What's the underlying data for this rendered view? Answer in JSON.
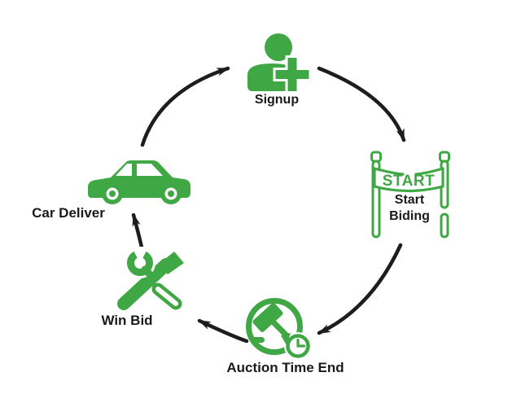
{
  "colors": {
    "green": "#3FA744",
    "arrow": "#1D1D1B",
    "text": "#1A1A1A",
    "background": "#FFFFFF"
  },
  "diagram": {
    "type": "cycle-flowchart",
    "nodes": [
      {
        "id": "signup",
        "label": "Signup",
        "icon": "user-plus-icon"
      },
      {
        "id": "start-biding",
        "label": "Start Biding",
        "icon": "start-banner-icon",
        "banner_text": "START"
      },
      {
        "id": "auction-time-end",
        "label": "Auction Time End",
        "icon": "auction-gavel-clock-icon"
      },
      {
        "id": "win-bid",
        "label": "Win Bid",
        "icon": "tools-icon"
      },
      {
        "id": "car-deliver",
        "label": "Car Deliver",
        "icon": "car-icon"
      }
    ],
    "edges": [
      {
        "from": "signup",
        "to": "start-biding"
      },
      {
        "from": "start-biding",
        "to": "auction-time-end"
      },
      {
        "from": "auction-time-end",
        "to": "win-bid"
      },
      {
        "from": "win-bid",
        "to": "car-deliver"
      },
      {
        "from": "car-deliver",
        "to": "signup"
      }
    ]
  }
}
